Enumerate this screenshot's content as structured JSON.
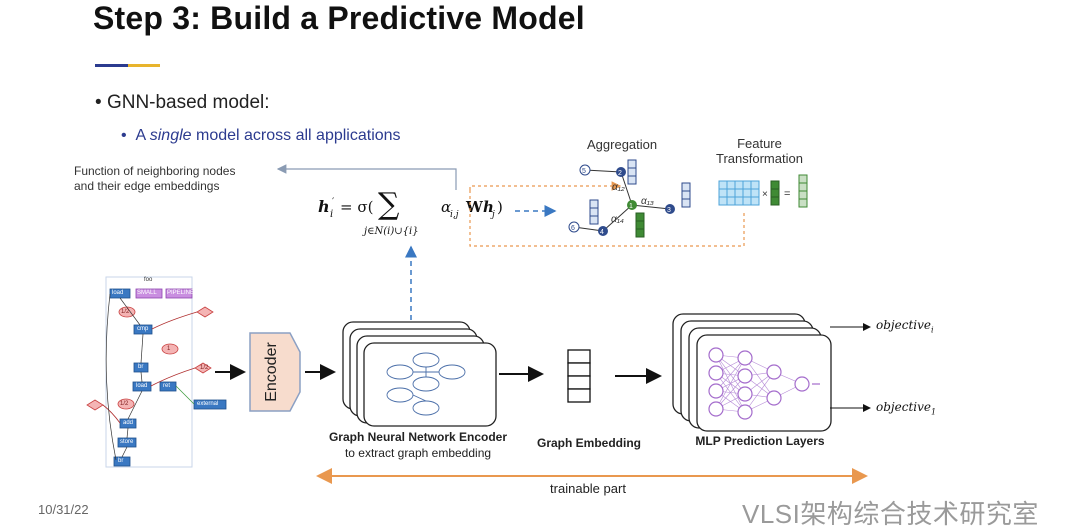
{
  "slide": {
    "title": "Step 3: Build a Predictive Model",
    "bullet1": "GNN-based model:",
    "bullet2_prefix": "A ",
    "bullet2_italic": "single",
    "bullet2_suffix": " model across all applications",
    "date": "10/31/22",
    "watermark": "VLSI架构综合技术研究室"
  },
  "annotations": {
    "neighbor_fn_line1": "Function of neighboring nodes",
    "neighbor_fn_line2": "and their edge embeddings",
    "aggregation": "Aggregation",
    "feature_line1": "Feature",
    "feature_line2": "Transformation"
  },
  "pipeline": {
    "encoder": "Encoder",
    "gnn_line1": "Graph Neural Network Encoder",
    "gnn_line2": "to extract graph embedding",
    "graph_embedding": "Graph Embedding",
    "mlp": "MLP Prediction Layers",
    "trainable": "trainable part",
    "objective_i": "objective",
    "objective_i_sub": "i",
    "objective_1": "objective",
    "objective_1_sub": "1"
  },
  "cdfg": {
    "top_label": "foo",
    "nodes": [
      "load",
      "SMALL",
      "PIPELINE",
      "cmp",
      "br",
      "load",
      "ret",
      "add",
      "store",
      "br",
      "external"
    ],
    "consts": [
      "1/2",
      "1/2",
      "1/2"
    ],
    "const_label": "1"
  },
  "colors": {
    "accent_blue": "#2b3b8f",
    "accent_gold": "#e8b42c",
    "encoder_fill": "#f7dccd",
    "node_blue": "#2f6db3",
    "arrow_blue": "#3a78c2",
    "orange_dashed": "#e9984f",
    "feature_blue": "#4da3d8",
    "feature_green": "#3f8a34"
  }
}
